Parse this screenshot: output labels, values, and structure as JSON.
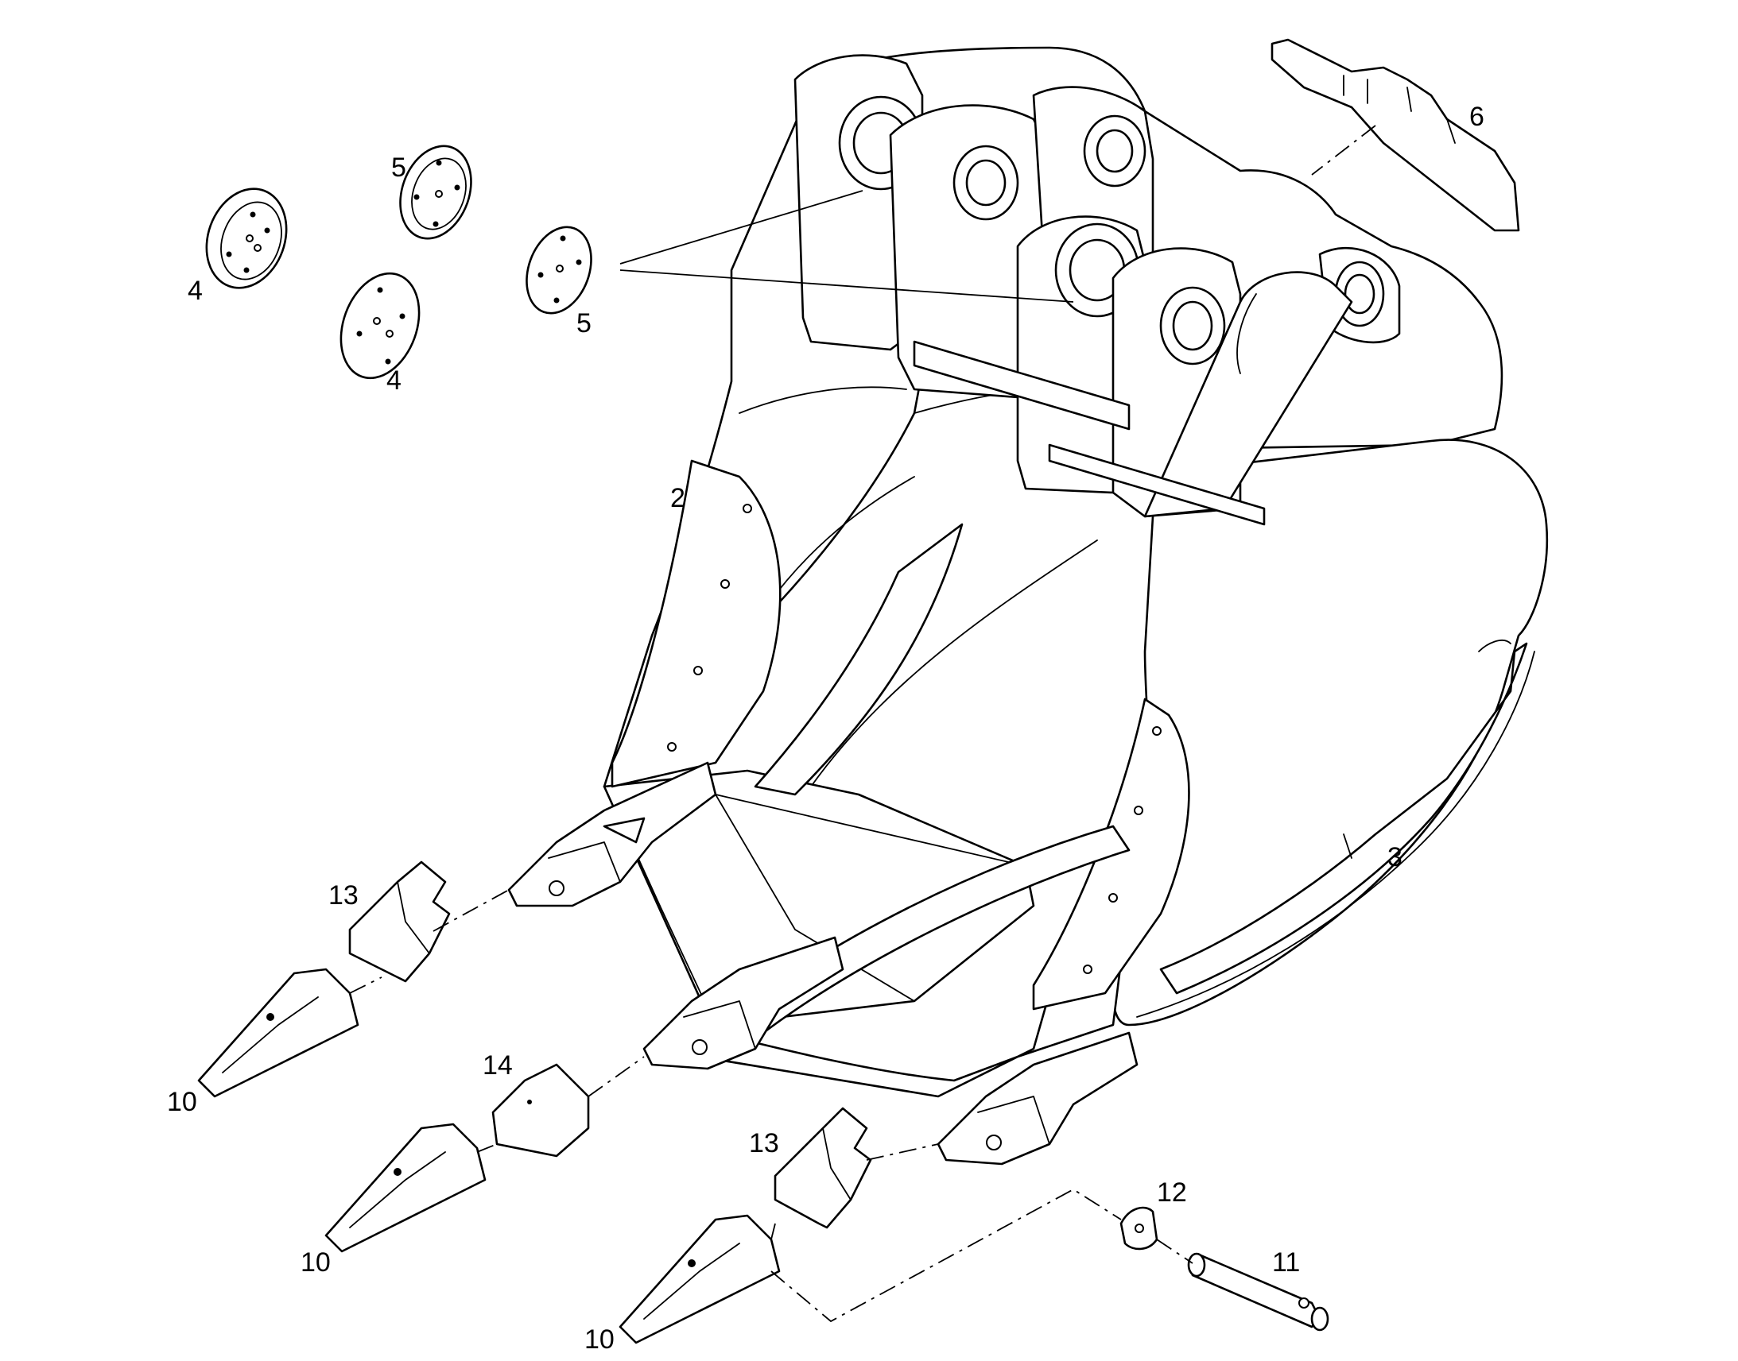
{
  "diagram": {
    "callouts": {
      "c2": "2",
      "c3": "3",
      "c4a": "4",
      "c4b": "4",
      "c5a": "5",
      "c5b": "5",
      "c6": "6",
      "c10a": "10",
      "c10b": "10",
      "c10c": "10",
      "c11": "11",
      "c12": "12",
      "c13a": "13",
      "c13b": "13",
      "c14": "14"
    }
  }
}
